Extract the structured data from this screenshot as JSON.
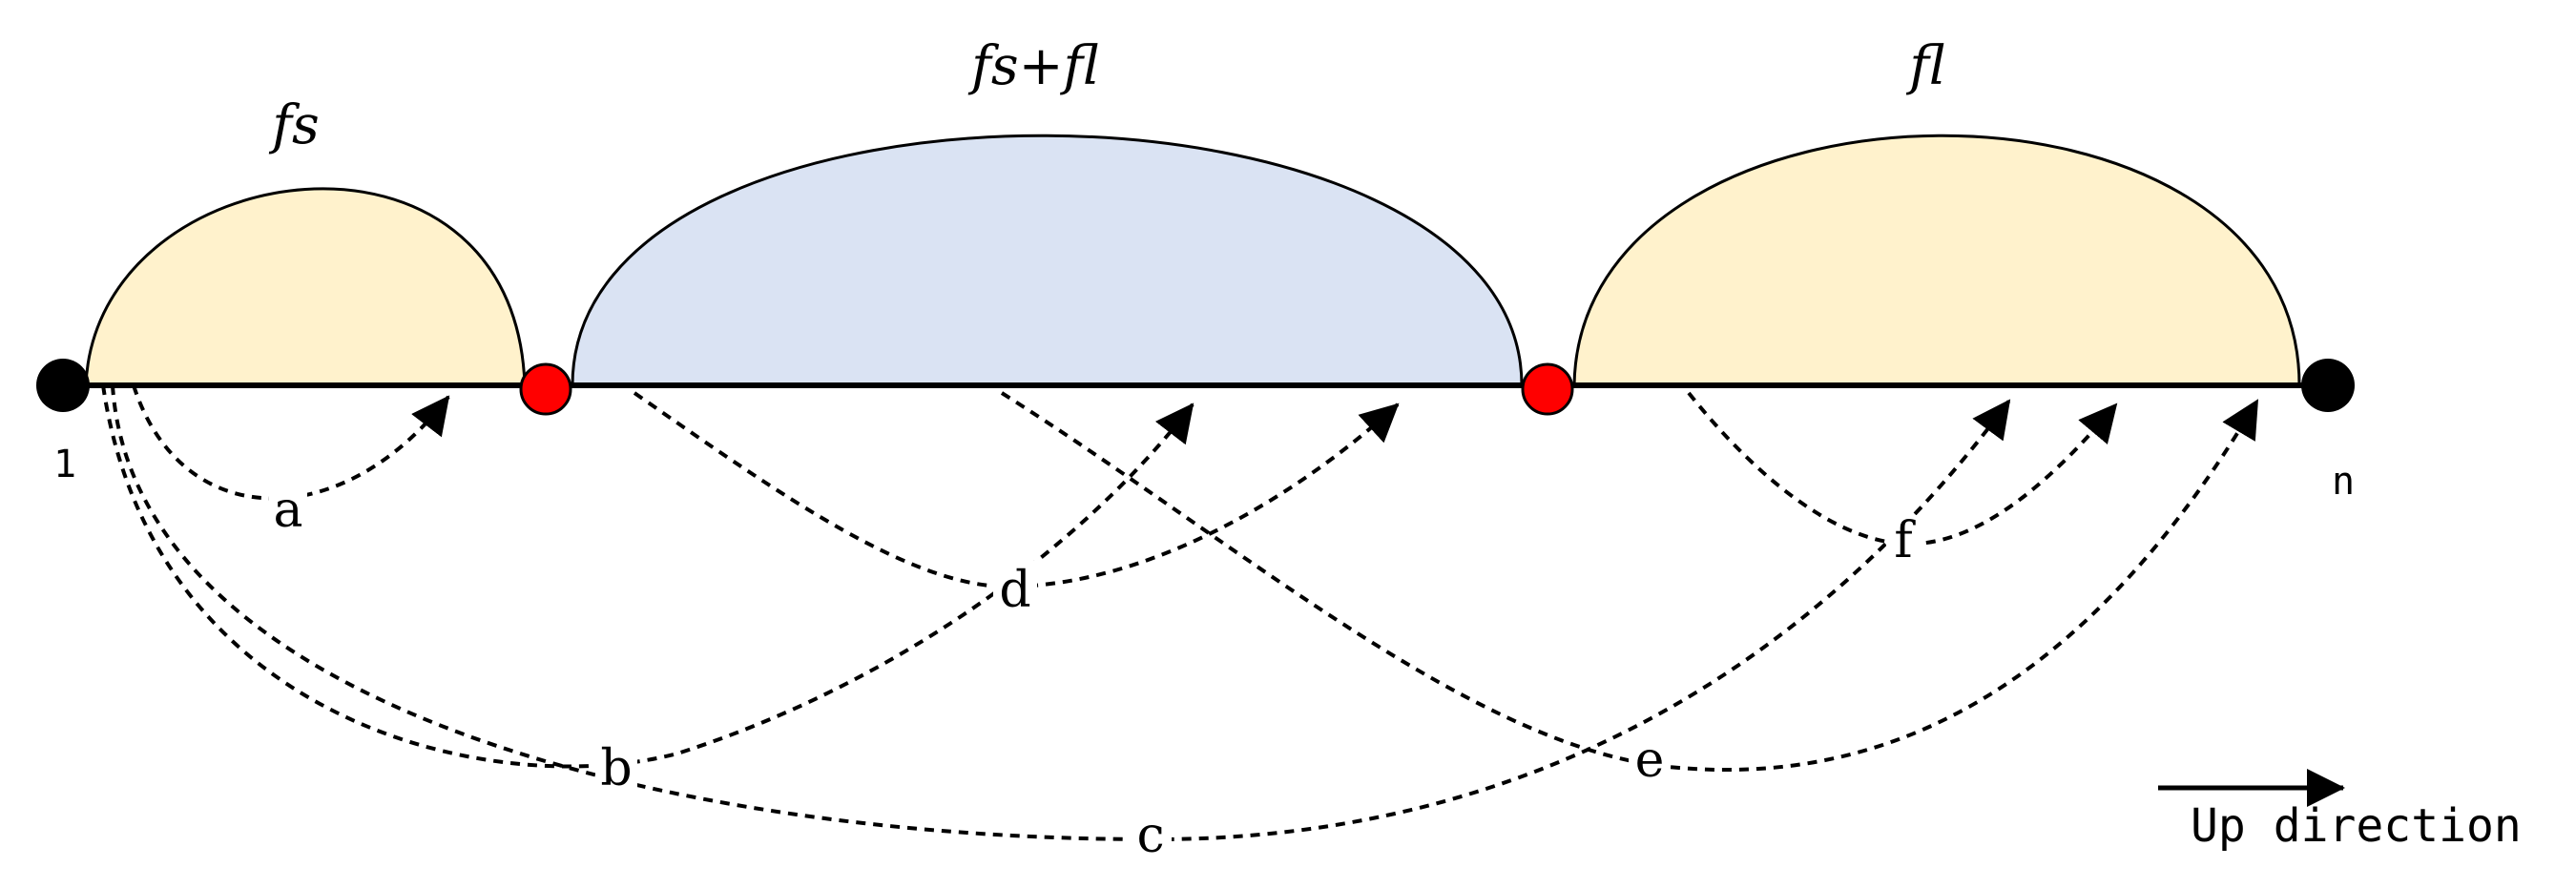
{
  "zones": [
    {
      "label": "fs",
      "fill": "#fff2cc"
    },
    {
      "label": "fs+fl",
      "fill": "#dae3f3"
    },
    {
      "label": "fl",
      "fill": "#fff2cc"
    }
  ],
  "nodes": {
    "start_label": "1",
    "end_label": "n",
    "endpoint_color": "#000000",
    "boundary_color": "#ff0000"
  },
  "flows": [
    "a",
    "b",
    "c",
    "d",
    "e",
    "f"
  ],
  "legend": {
    "label": "Up direction"
  }
}
